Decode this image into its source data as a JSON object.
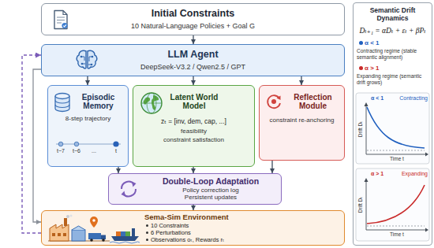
{
  "diagram": {
    "nodes": [
      {
        "text": [
          "Initial Constraints",
          "10 Natural-Language Policies + Goal G"
        ]
      },
      {
        "text": [
          "LLM Agent",
          "DeepSeek-V3.2 / Qwen2.5 / GPT"
        ]
      },
      {
        "text": [
          "Episodic Memory",
          "8-step trajectory"
        ]
      },
      {
        "text": [
          "Latent World Model",
          "zₜ = [inv, dem, cap, ...]",
          "feasibility",
          "constraint satisfaction"
        ]
      },
      {
        "text": [
          "Reflection Module",
          "constraint re-anchoring"
        ]
      },
      {
        "text": [
          "Double-Loop Adaptation",
          "Policy correction log",
          "Persistent updates"
        ]
      },
      {
        "text": [
          "Sema-Sim Environment",
          "10 Constraints",
          "6 Perturbations",
          "Observations oₜ, Rewards rₜ"
        ]
      },
      {
        "text": [
          "Semantic Drift Dynamics"
        ]
      }
    ],
    "edges": [
      {
        "from": 0,
        "to": 1,
        "arrow": "to"
      },
      {
        "from": 1,
        "to": 2,
        "arrow": "to"
      },
      {
        "from": 1,
        "to": 3,
        "arrow": "to"
      },
      {
        "from": 1,
        "to": 4,
        "arrow": "to"
      },
      {
        "from": 2,
        "to": 5,
        "arrow": "to"
      },
      {
        "from": 3,
        "to": 5,
        "arrow": "to"
      },
      {
        "from": 4,
        "to": 5,
        "arrow": "to"
      },
      {
        "from": 5,
        "to": 6,
        "arrow": "to"
      },
      {
        "from": 6,
        "to": 1,
        "arrow": "to"
      },
      {
        "from": 1,
        "to": 6,
        "arrow": "to"
      }
    ],
    "labels": [
      "t−7",
      "t−6",
      "...",
      "t",
      "Dₜ₊₁ = αDₜ + εₜ + βPₜ",
      "α < 1",
      "Contracting regime (stable semantic alignment)",
      "α > 1",
      "Expanding regime (semantic drift grows)",
      "α < 1",
      "Contracting",
      "Drift Dₜ",
      "Time t",
      "α > 1",
      "Expanding",
      "Drift Dₜ",
      "Time t"
    ]
  }
}
